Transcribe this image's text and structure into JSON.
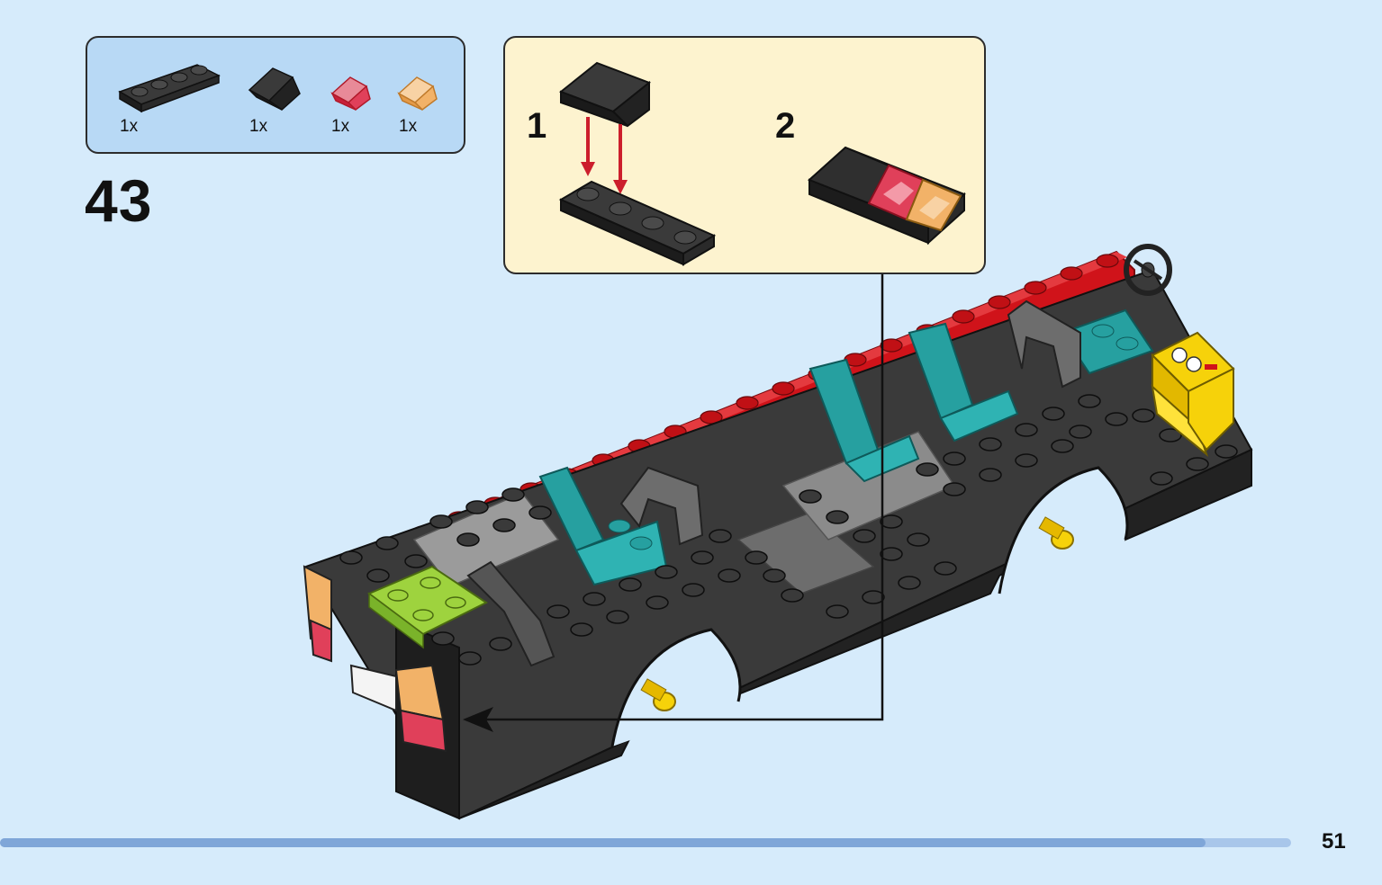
{
  "parts_list": {
    "items": [
      {
        "qty": "1x",
        "part": "black-plate-1x4-icon",
        "color": "#2a2a2a"
      },
      {
        "qty": "1x",
        "part": "black-slope-icon",
        "color": "#2a2a2a"
      },
      {
        "qty": "1x",
        "part": "trans-red-slope-icon",
        "color": "#e0405a"
      },
      {
        "qty": "1x",
        "part": "trans-orange-slope-icon",
        "color": "#f2b268"
      }
    ]
  },
  "step": {
    "number": "43"
  },
  "subassembly": {
    "steps": [
      {
        "number": "1"
      },
      {
        "number": "2"
      }
    ]
  },
  "colors": {
    "background": "#d6ebfb",
    "bus_red": "#d0131a",
    "bus_black": "#2b2b2b",
    "bus_teal": "#26a0a0",
    "bus_gray": "#9b9b9b",
    "bus_yellow": "#f6d20a",
    "lime": "#9ed33e",
    "arrow_red": "#cc1e2c"
  },
  "progress": {
    "fraction": 0.934
  },
  "page": {
    "number": "51"
  }
}
